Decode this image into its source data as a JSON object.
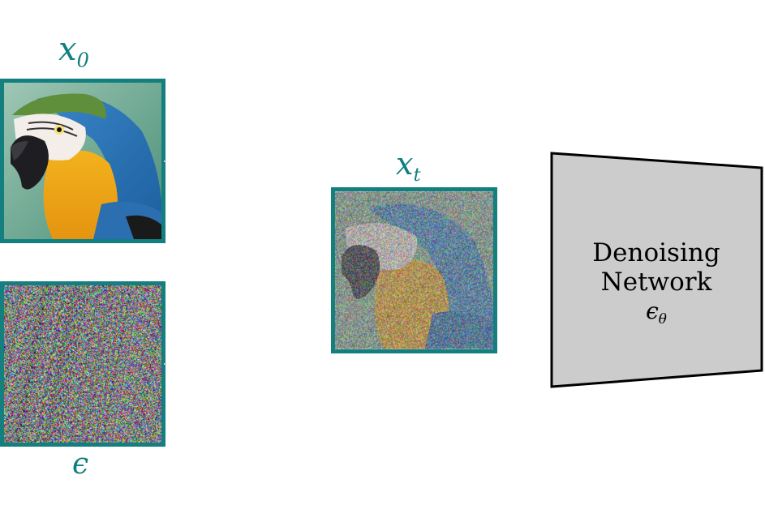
{
  "labels": {
    "x0": "x",
    "x0_sub": "0",
    "xt": "x",
    "xt_sub": "t",
    "epsilon": "ϵ"
  },
  "network": {
    "line1": "Denoising",
    "line2": "Network",
    "symbol": "ϵ",
    "symbol_sub": "θ"
  },
  "colors": {
    "frame": "#147f7f",
    "label": "#0e7f7f",
    "network_fill": "#cccccc",
    "network_stroke": "#000000"
  }
}
